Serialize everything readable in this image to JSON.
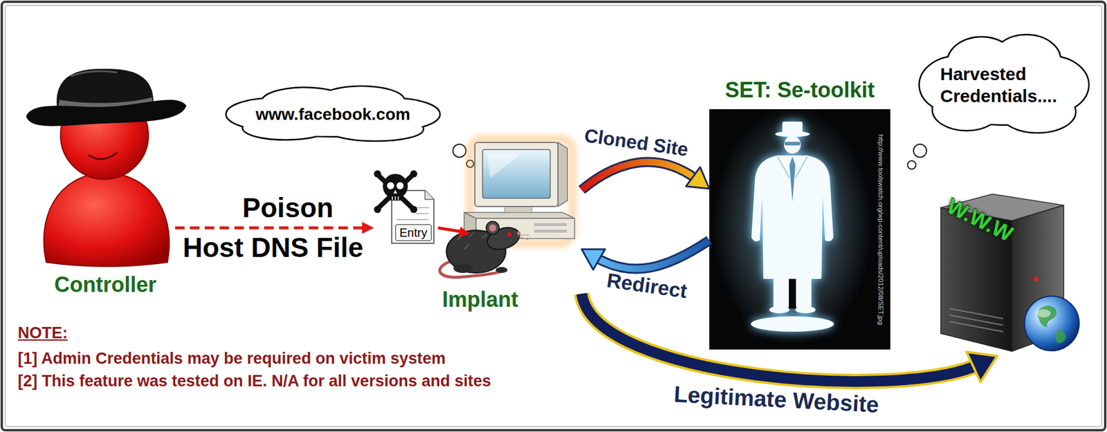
{
  "diagram": {
    "nodes": [
      {
        "text": [
          "Controller"
        ]
      },
      {
        "text": [
          "www.facebook.com"
        ]
      },
      {
        "text": [
          "Entry"
        ]
      },
      {
        "text": [
          "Implant"
        ]
      },
      {
        "text": [
          "SET: Se-toolkit",
          "http://www.toolswatch.org/wp-content/uploads/2012/08/SET.jpg"
        ]
      },
      {
        "text": [
          "Harvested Credentials...."
        ]
      },
      {
        "text": [
          "W.W.W"
        ]
      }
    ],
    "edges": [
      {
        "from": 0,
        "to": 2,
        "arrow": "to",
        "label": "Poison"
      },
      {
        "from": 3,
        "to": 4,
        "arrow": "to",
        "label": "Cloned Site"
      },
      {
        "from": 4,
        "to": 3,
        "arrow": "to",
        "label": "Redirect"
      },
      {
        "from": 3,
        "to": 6,
        "arrow": "to",
        "label": "Legitimate Website"
      }
    ],
    "labels": [
      "Host DNS File",
      "NOTE:",
      "[1] Admin Credentials may be required on victim system",
      "[2] This feature was tested on IE. N/A for all versions and sites"
    ]
  }
}
